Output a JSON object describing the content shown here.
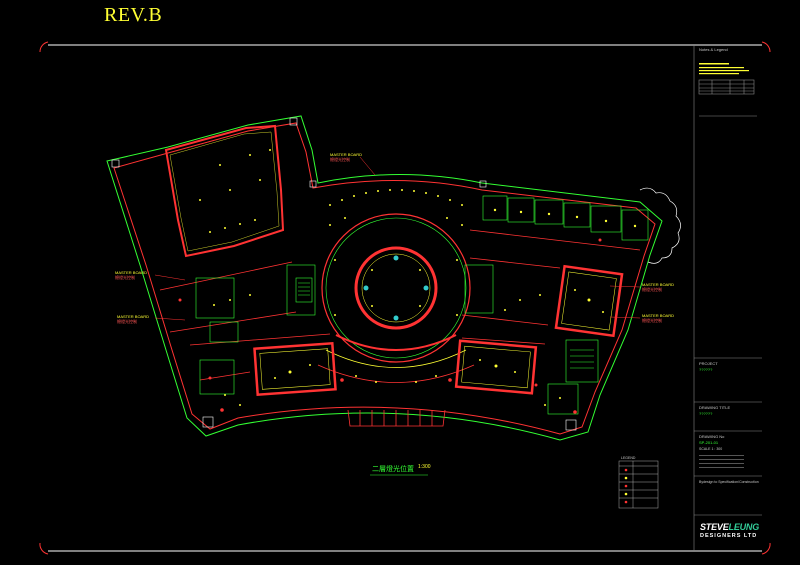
{
  "revision": "REV.B",
  "master_board_labels": [
    {
      "en": "MASTER BOARD",
      "cn": "總燈光控制"
    },
    {
      "en": "MASTER BOARD",
      "cn": "總燈光控制"
    },
    {
      "en": "MASTER BOARD",
      "cn": "總燈光控制"
    },
    {
      "en": "MASTER BOARD",
      "cn": "總燈光控制"
    },
    {
      "en": "MASTER BOARD",
      "cn": "總燈光控制"
    }
  ],
  "plan": {
    "title": "二層燈光位置",
    "scale": "1:300"
  },
  "title_block": {
    "notes_heading": "Notes & Legend",
    "project_label": "PROJECT",
    "project_value": "??????",
    "drawing_title_label": "DRAWING TITLE",
    "drawing_title_value": "??????",
    "drawing_no_label": "DRAWING No",
    "drawing_no_value": "SP-201-01",
    "scale_text": "SCALE   1 : 300",
    "footer_text": "Bydesign to Specification/Construction",
    "legend_heading": "LEGEND"
  },
  "logo": {
    "line1_a": "STEVE",
    "line1_b": "LEUNG",
    "line2": "DESIGNERS LTD"
  },
  "colors": {
    "frame": "#ffffff",
    "walls": "#ff3333",
    "fixtures": "#ffff33",
    "partitions": "#33ff33",
    "revision_text": "#ffff33"
  }
}
